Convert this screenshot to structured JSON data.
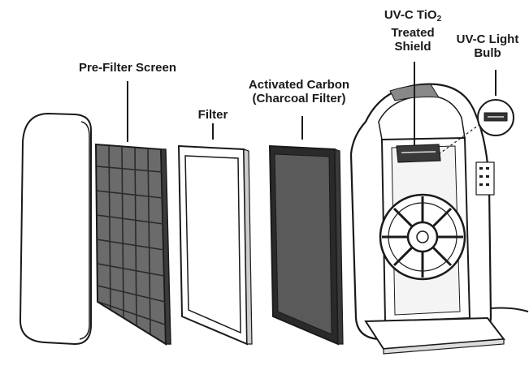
{
  "labels": {
    "pre_filter_screen": "Pre-Filter Screen",
    "filter": "Filter",
    "carbon_line1": "Activated Carbon",
    "carbon_line2": "(Charcoal Filter)",
    "shield_line1_prefix": "UV-C TiO",
    "shield_line1_subscript": "2",
    "shield_line2": "Treated",
    "shield_line3": "Shield",
    "bulb_line1": "UV-C Light",
    "bulb_line2": "Bulb"
  },
  "colors": {
    "line": "#1a1a1a",
    "mesh_fill": "#6b6b6b",
    "carbon_fill": "#5a5a5a",
    "panel_fill": "#ffffff"
  }
}
